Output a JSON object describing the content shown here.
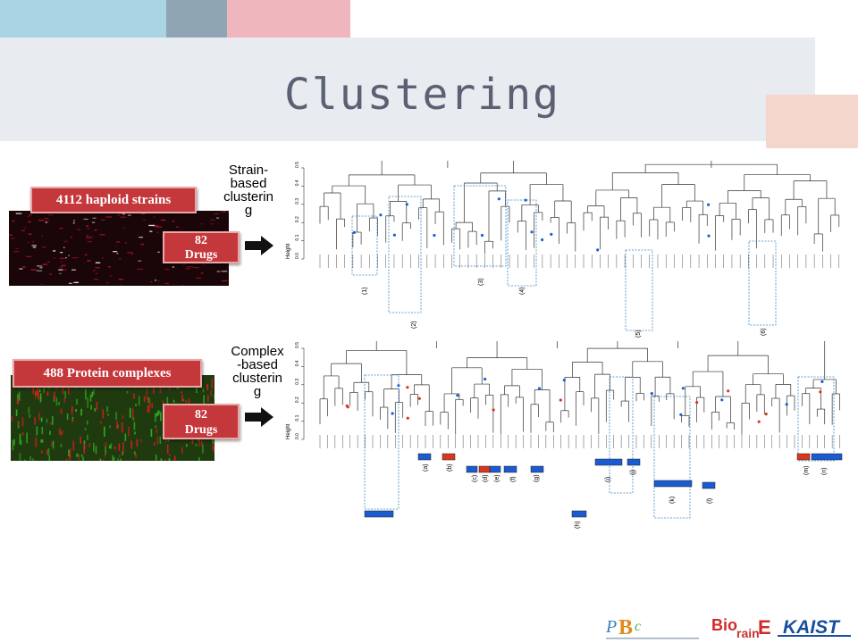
{
  "slide": {
    "title": "Clustering"
  },
  "colors": {
    "accent_blue": "#9fcfe0",
    "accent_grey": "#8fa2b0",
    "accent_pink": "#f2b8c0",
    "band": "#e8ebf0",
    "marker_blue": "#1f5fd6",
    "marker_red": "#d7381f"
  },
  "strain_section": {
    "banner_label": "4112 haploid strains",
    "drugs_label": "82\nDrugs",
    "method_label": "Strain-\nbased\nclusterin\ng",
    "axis_label": "Height",
    "y_ticks": [
      "0.0",
      "0.1",
      "0.2",
      "0.3",
      "0.4",
      "0.5"
    ],
    "cluster_tags": [
      "(1)",
      "(2)",
      "(3)",
      "(4)",
      "(5)",
      "(6)"
    ]
  },
  "complex_section": {
    "banner_label": "488 Protein complexes",
    "drugs_label": "82\nDrugs",
    "method_label": "Complex\n-based\nclusterin\ng",
    "axis_label": "Height",
    "y_ticks": [
      "0.0",
      "0.1",
      "0.2",
      "0.3",
      "0.4",
      "0.5"
    ],
    "cluster_tags": [
      "(a)",
      "(b)",
      "(c)",
      "(d)",
      "(e)",
      "(f)",
      "(g)",
      "(h)",
      "(i)",
      "(j)",
      "(k)",
      "(l)",
      "(m)",
      "(n)"
    ]
  },
  "logos": {
    "left": "PBc",
    "middle": "BioBrainE",
    "right": "KAIST"
  }
}
